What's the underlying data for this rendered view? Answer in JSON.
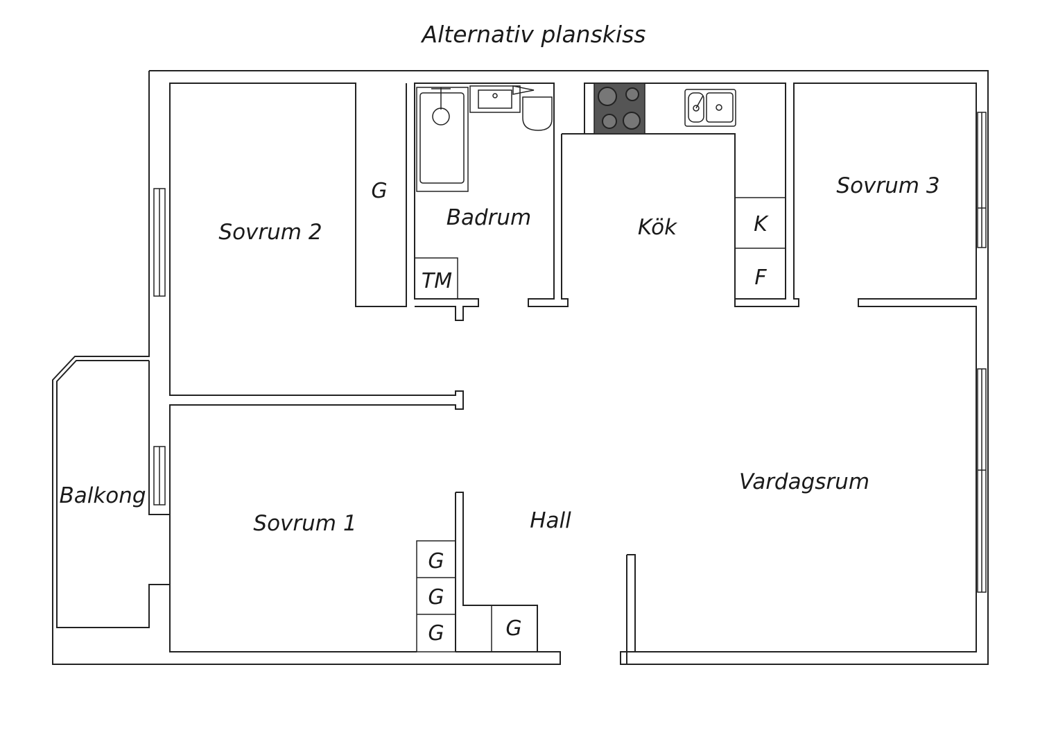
{
  "title": "Alternativ planskiss",
  "rooms": {
    "sovrum2": "Sovrum 2",
    "sovrum1": "Sovrum 1",
    "sovrum3": "Sovrum 3",
    "badrum": "Badrum",
    "kok": "Kök",
    "hall": "Hall",
    "vardagsrum": "Vardagsrum",
    "balkong": "Balkong"
  },
  "fixtures": {
    "garderob": "G",
    "tvattmaskin": "TM",
    "kyl": "K",
    "frys": "F"
  },
  "icons": [
    "bathtub-icon",
    "washbasin-icon",
    "toilet-icon",
    "stove-icon",
    "sink-icon",
    "window-icon"
  ],
  "colors": {
    "line": "#222222",
    "stove": "#555555",
    "background": "#ffffff"
  }
}
